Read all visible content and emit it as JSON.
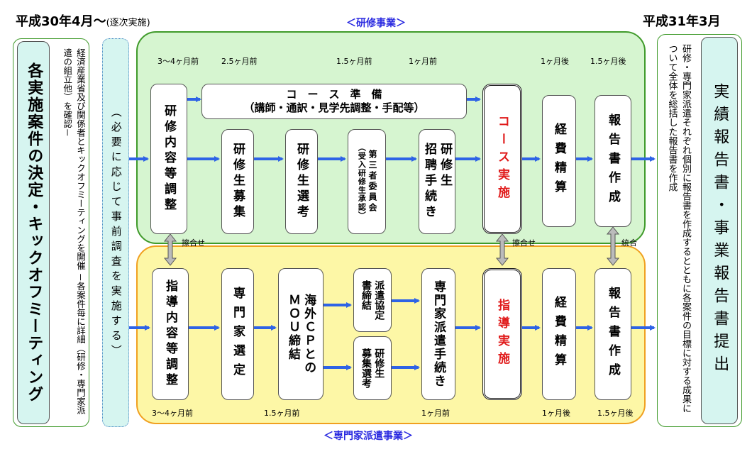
{
  "header": {
    "left_date": "平成30年4月～",
    "left_note": "(逐次実施)",
    "right_date": "平成31年3月"
  },
  "sections": {
    "training": "＜研修事業＞",
    "expert": "＜専門家派遣事業＞"
  },
  "left_panel": {
    "title": "各実施案件の決定・キックオフミーティング",
    "desc": "経済産業省及び関係者とキックオフミーティングを開催 －各案件毎に詳細（研修・専門家派遣の組立他）を確認－"
  },
  "prelim": "（必要に応じて事前調査を実施する）",
  "training_timeline": [
    "3～4ヶ月前",
    "2.5ヶ月前",
    "1.5ヶ月前",
    "1ヶ月前",
    "1ヶ月後",
    "1.5ヶ月後"
  ],
  "expert_timeline": [
    "3～4ヶ月前",
    "1.5ヶ月前",
    "1ヶ月前",
    "1ヶ月後",
    "1.5ヶ月後"
  ],
  "course_prep": {
    "line1": "コ　ー　ス　準　備",
    "line2": "（講師・通訳・見学先調整・手配等）"
  },
  "training_steps": {
    "content": "研修内容等調整",
    "recruit": "研修生募集",
    "select": "研修生選考",
    "committee_a": "第三者委員会",
    "committee_b": "（受入研修生承認）",
    "invite_a": "研修生",
    "invite_b": "招聘手続き",
    "course": "コース実施",
    "cost": "経費精算",
    "report": "報告書作成"
  },
  "expert_steps": {
    "guide": "指導内容等調整",
    "choose": "専門家選定",
    "mou_a": "海外ＣＰとの",
    "mou_b": "ＭＯＵ締結",
    "agree_a": "派遣協定",
    "agree_b": "書締結",
    "trainee_a": "研修生",
    "trainee_b": "募集選考",
    "dispatch": "専門家派遣手続き",
    "guidance": "指導実施",
    "cost": "経費精算",
    "report": "報告書作成"
  },
  "links": {
    "coordinate1": "擦合せ",
    "coordinate2": "擦合せ",
    "integrate": "統合"
  },
  "right_desc": "研修・専門家派遣それぞれ個別に報告書を作成するとともに各案件の目標に対する成果について全体を総括した報告書を作成",
  "final": "実績報告書・事業報告書提出",
  "colors": {
    "arrow": "#2e63e6",
    "green_panel": "#d6f5d0",
    "yellow_panel": "#fdf7a6",
    "cyan_box": "#d6f5f0",
    "red_text": "#e01a1a"
  }
}
